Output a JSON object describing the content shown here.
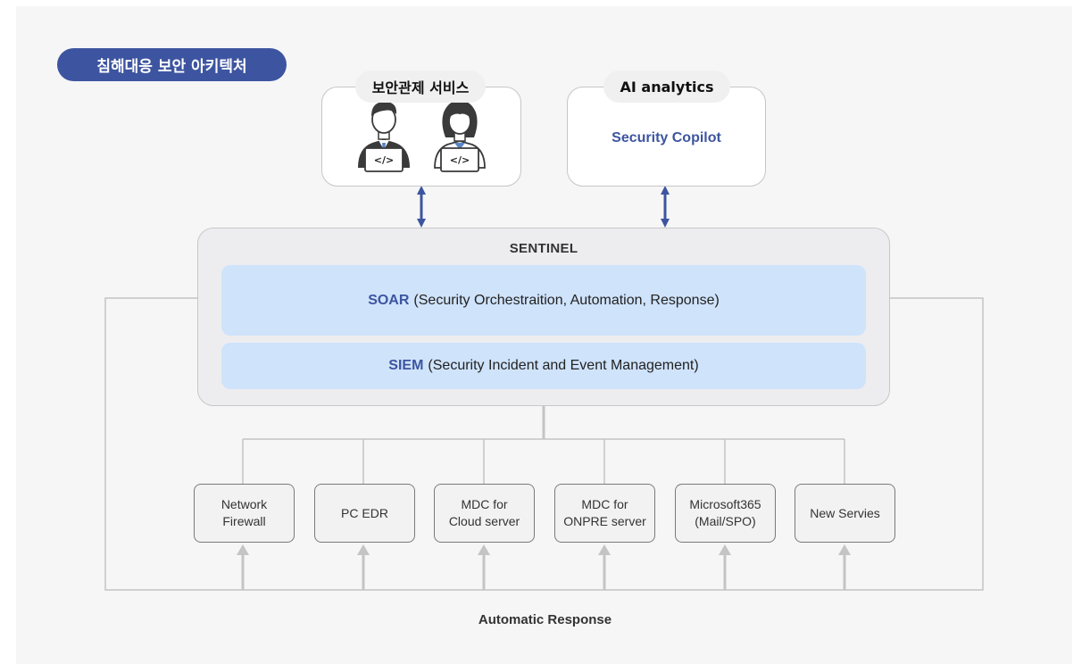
{
  "section": {
    "title": "침해대응 보안 아키텍처"
  },
  "soc": {
    "title": "보안관제 서비스",
    "analyst_icon_text": "</>"
  },
  "ai": {
    "title": "AI analytics",
    "product": "Security Copilot"
  },
  "sentinel": {
    "title": "SENTINEL",
    "soar": {
      "abbr": "SOAR",
      "full": "(Security Orchestraition, Automation, Response)"
    },
    "siem": {
      "abbr": "SIEM",
      "full": "(Security Incident and Event Management)"
    }
  },
  "sources": [
    {
      "label": "Network\nFirewall"
    },
    {
      "label": "PC EDR"
    },
    {
      "label": "MDC for\nCloud server"
    },
    {
      "label": "MDC for\nONPRE server"
    },
    {
      "label": "Microsoft365\n(Mail/SPO)"
    },
    {
      "label": "New Servies"
    }
  ],
  "footer": {
    "label": "Automatic Response"
  },
  "colors": {
    "accent": "#3d55a0",
    "band": "#cfe3fb",
    "arrow_gray": "#c4c4c4"
  }
}
